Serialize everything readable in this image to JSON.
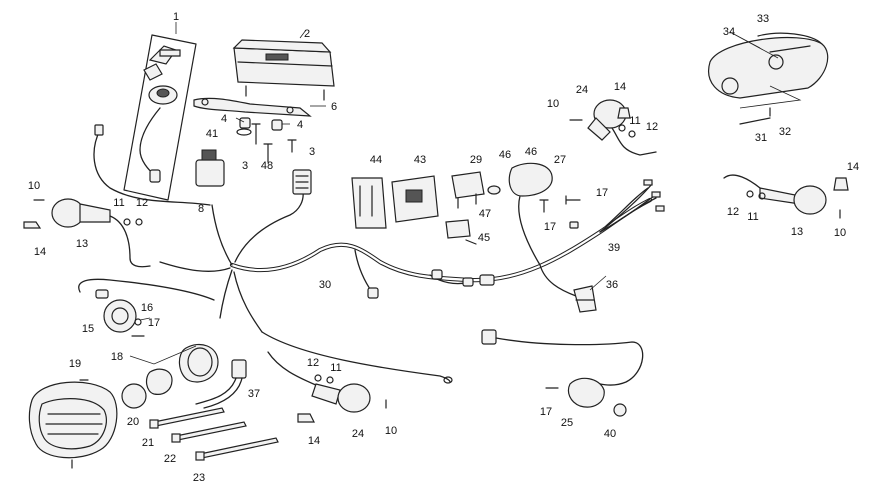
{
  "diagram": {
    "callouts": [
      {
        "id": "c1",
        "text": "1"
      },
      {
        "id": "c2",
        "text": "2"
      },
      {
        "id": "c6",
        "text": "6"
      },
      {
        "id": "c4a",
        "text": "4"
      },
      {
        "id": "c4b",
        "text": "4"
      },
      {
        "id": "c41",
        "text": "41"
      },
      {
        "id": "c3a",
        "text": "3"
      },
      {
        "id": "c48",
        "text": "48"
      },
      {
        "id": "c3b",
        "text": "3"
      },
      {
        "id": "c8",
        "text": "8"
      },
      {
        "id": "c10a",
        "text": "10"
      },
      {
        "id": "c11a",
        "text": "11"
      },
      {
        "id": "c12a",
        "text": "12"
      },
      {
        "id": "c13a",
        "text": "13"
      },
      {
        "id": "c14a",
        "text": "14"
      },
      {
        "id": "c44",
        "text": "44"
      },
      {
        "id": "c43",
        "text": "43"
      },
      {
        "id": "c29",
        "text": "29"
      },
      {
        "id": "c46a",
        "text": "46"
      },
      {
        "id": "c46b",
        "text": "46"
      },
      {
        "id": "c27",
        "text": "27"
      },
      {
        "id": "c47",
        "text": "47"
      },
      {
        "id": "c45",
        "text": "45"
      },
      {
        "id": "c17a",
        "text": "17"
      },
      {
        "id": "c17b",
        "text": "17"
      },
      {
        "id": "c39",
        "text": "39"
      },
      {
        "id": "c24a",
        "text": "24"
      },
      {
        "id": "c14b",
        "text": "14"
      },
      {
        "id": "c10b",
        "text": "10"
      },
      {
        "id": "c11b",
        "text": "11"
      },
      {
        "id": "c12b",
        "text": "12"
      },
      {
        "id": "c33",
        "text": "33"
      },
      {
        "id": "c34",
        "text": "34"
      },
      {
        "id": "c31",
        "text": "31"
      },
      {
        "id": "c32",
        "text": "32"
      },
      {
        "id": "c14c",
        "text": "14"
      },
      {
        "id": "c12c",
        "text": "12"
      },
      {
        "id": "c11c",
        "text": "11"
      },
      {
        "id": "c13b",
        "text": "13"
      },
      {
        "id": "c10c",
        "text": "10"
      },
      {
        "id": "c30",
        "text": "30"
      },
      {
        "id": "c36",
        "text": "36"
      },
      {
        "id": "c15",
        "text": "15"
      },
      {
        "id": "c16",
        "text": "16"
      },
      {
        "id": "c17c",
        "text": "17"
      },
      {
        "id": "c18",
        "text": "18"
      },
      {
        "id": "c19",
        "text": "19"
      },
      {
        "id": "c20",
        "text": "20"
      },
      {
        "id": "c21",
        "text": "21"
      },
      {
        "id": "c22",
        "text": "22"
      },
      {
        "id": "c23",
        "text": "23"
      },
      {
        "id": "c37",
        "text": "37"
      },
      {
        "id": "c12d",
        "text": "12"
      },
      {
        "id": "c11d",
        "text": "11"
      },
      {
        "id": "c24b",
        "text": "24"
      },
      {
        "id": "c14d",
        "text": "14"
      },
      {
        "id": "c10d",
        "text": "10"
      },
      {
        "id": "c17d",
        "text": "17"
      },
      {
        "id": "c25",
        "text": "25"
      },
      {
        "id": "c40",
        "text": "40"
      }
    ]
  }
}
